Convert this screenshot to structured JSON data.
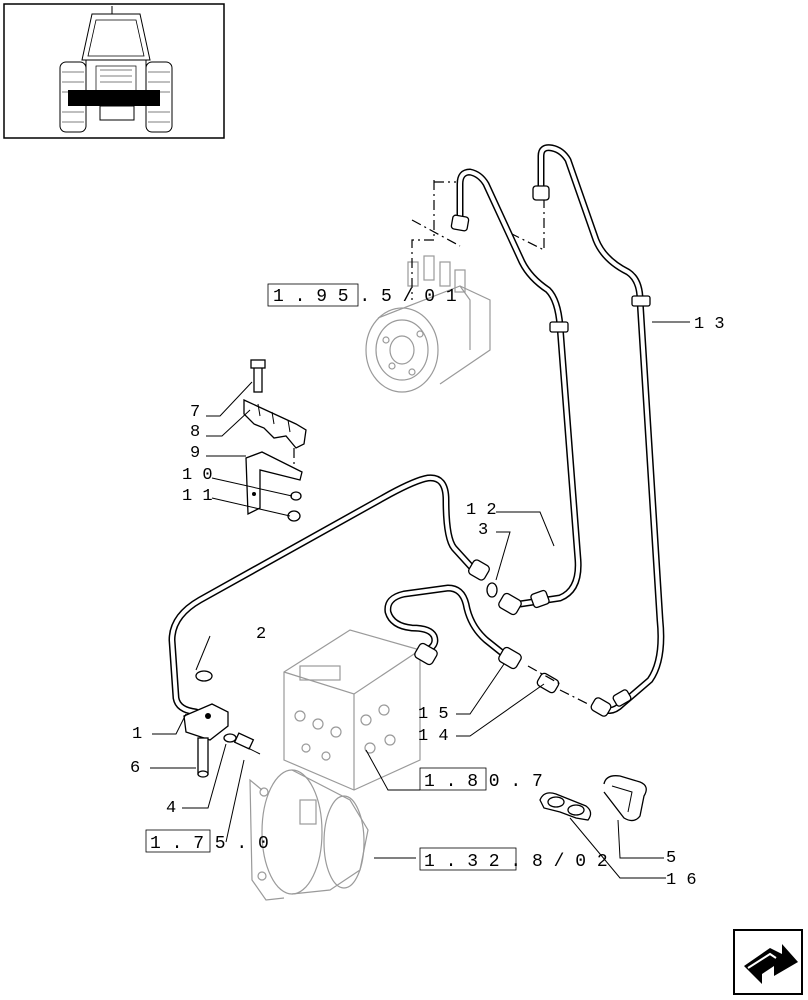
{
  "reference_labels": {
    "steering_unit": "1 . 9 5 . 5 / 0 1",
    "valve_block": "1 . 8 0 . 7",
    "sensor": "1 . 7 5 . 0",
    "pump": "1 . 3 2 . 8 / 0 2"
  },
  "callouts": [
    {
      "id": "c1",
      "text": "1"
    },
    {
      "id": "c2",
      "text": "2"
    },
    {
      "id": "c3",
      "text": "3"
    },
    {
      "id": "c4",
      "text": "4"
    },
    {
      "id": "c5",
      "text": "5"
    },
    {
      "id": "c6",
      "text": "6"
    },
    {
      "id": "c7",
      "text": "7"
    },
    {
      "id": "c8",
      "text": "8"
    },
    {
      "id": "c9",
      "text": "9"
    },
    {
      "id": "c10",
      "text": "1 0"
    },
    {
      "id": "c11",
      "text": "1 1"
    },
    {
      "id": "c12",
      "text": "1 2"
    },
    {
      "id": "c13",
      "text": "1 3"
    },
    {
      "id": "c14",
      "text": "1 4"
    },
    {
      "id": "c15",
      "text": "1 5"
    },
    {
      "id": "c16",
      "text": "1 6"
    }
  ],
  "icons": {
    "thumbnail": "tractor-front-view-icon",
    "navigation": "next-page-arrow-icon"
  }
}
